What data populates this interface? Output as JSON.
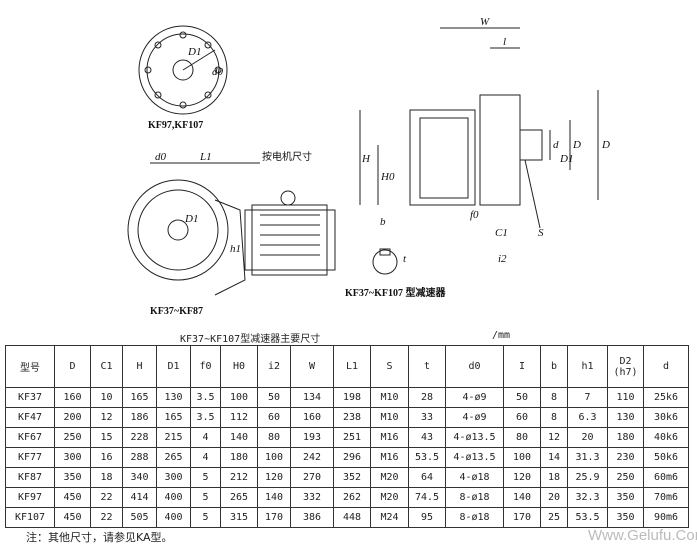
{
  "drawing": {
    "labels": {
      "top_view": "KF97,KF107",
      "side_view": "KF37~KF87",
      "motor_note": "按电机尺寸",
      "main_caption": "KF37~KF107 型减速器",
      "D1": "D1",
      "d0": "d0",
      "L1": "L1",
      "h1": "h1",
      "W": "W",
      "l": "l",
      "d": "d",
      "D": "D",
      "H": "H",
      "H0": "H0",
      "f0": "f0",
      "C1": "C1",
      "S": "S",
      "b": "b",
      "t": "t",
      "i2": "i2"
    }
  },
  "table": {
    "title": "KF37~KF107型减速器主要尺寸",
    "unit": "/mm",
    "headers": [
      "型号",
      "D",
      "C1",
      "H",
      "D1",
      "f0",
      "H0",
      "i2",
      "W",
      "L1",
      "S",
      "t",
      "d0",
      "I",
      "b",
      "h1",
      "D2 (h7)",
      "d"
    ],
    "rows": [
      [
        "KF37",
        "160",
        "10",
        "165",
        "130",
        "3.5",
        "100",
        "50",
        "134",
        "198",
        "M10",
        "28",
        "4-ø9",
        "50",
        "8",
        "7",
        "110",
        "25k6"
      ],
      [
        "KF47",
        "200",
        "12",
        "186",
        "165",
        "3.5",
        "112",
        "60",
        "160",
        "238",
        "M10",
        "33",
        "4-ø9",
        "60",
        "8",
        "6.3",
        "130",
        "30k6"
      ],
      [
        "KF67",
        "250",
        "15",
        "228",
        "215",
        "4",
        "140",
        "80",
        "193",
        "251",
        "M16",
        "43",
        "4-ø13.5",
        "80",
        "12",
        "20",
        "180",
        "40k6"
      ],
      [
        "KF77",
        "300",
        "16",
        "288",
        "265",
        "4",
        "180",
        "100",
        "242",
        "296",
        "M16",
        "53.5",
        "4-ø13.5",
        "100",
        "14",
        "31.3",
        "230",
        "50k6"
      ],
      [
        "KF87",
        "350",
        "18",
        "340",
        "300",
        "5",
        "212",
        "120",
        "270",
        "352",
        "M20",
        "64",
        "4-ø18",
        "120",
        "18",
        "25.9",
        "250",
        "60m6"
      ],
      [
        "KF97",
        "450",
        "22",
        "414",
        "400",
        "5",
        "265",
        "140",
        "332",
        "262",
        "M20",
        "74.5",
        "8-ø18",
        "140",
        "20",
        "32.3",
        "350",
        "70m6"
      ],
      [
        "KF107",
        "450",
        "22",
        "505",
        "400",
        "5",
        "315",
        "170",
        "386",
        "448",
        "M24",
        "95",
        "8-ø18",
        "170",
        "25",
        "53.5",
        "350",
        "90m6"
      ]
    ]
  },
  "note": "注：其他尺寸，请参见KA型。",
  "watermark": "Www.Gelufu.Com"
}
